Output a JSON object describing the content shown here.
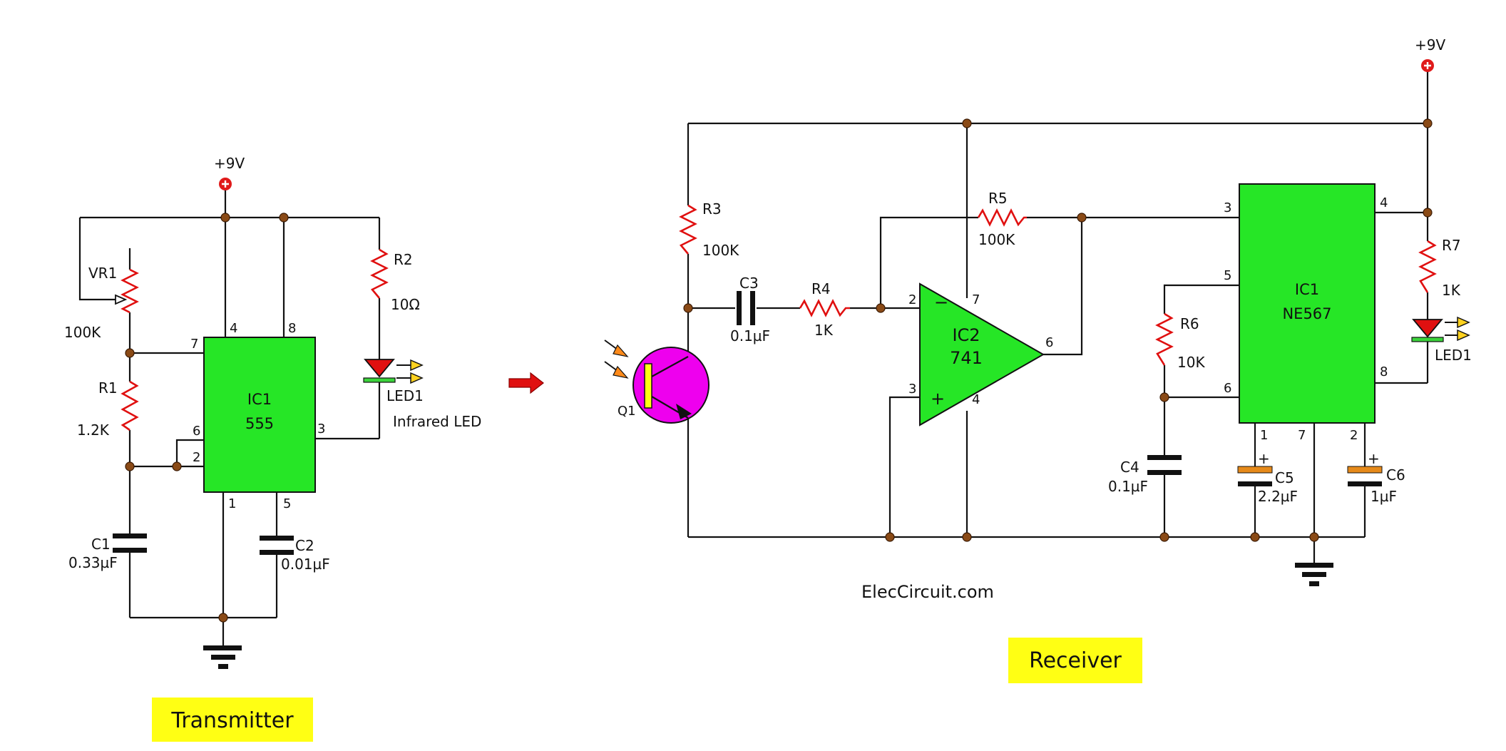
{
  "colors": {
    "ic_fill": "#26e626",
    "label_bg": "#ffff14",
    "resistor": "#e01010",
    "led": "#e01010",
    "arrow": "#ffd21f",
    "phototransistor": "#ee00ee",
    "electrolytic": "#e68a1a",
    "power_terminal": "#e01a1a",
    "junction": "#8a4a16"
  },
  "transmitter": {
    "title": "Transmitter",
    "supply": "+9V",
    "vr1": {
      "name": "VR1",
      "value": "100K"
    },
    "r1": {
      "name": "R1",
      "value": "1.2K"
    },
    "r2": {
      "name": "R2",
      "value": "10Ω"
    },
    "c1": {
      "name": "C1",
      "value": "0.33µF"
    },
    "c2": {
      "name": "C2",
      "value": "0.01µF"
    },
    "led": {
      "name": "LED1",
      "desc": "Infrared LED"
    },
    "ic": {
      "name": "IC1",
      "part": "555"
    },
    "pins": {
      "p1": "1",
      "p2": "2",
      "p3": "3",
      "p4": "4",
      "p5": "5",
      "p6": "6",
      "p7": "7",
      "p8": "8"
    }
  },
  "receiver": {
    "title": "Receiver",
    "supply": "+9V",
    "r3": {
      "name": "R3",
      "value": "100K"
    },
    "r4": {
      "name": "R4",
      "value": "1K"
    },
    "r5": {
      "name": "R5",
      "value": "100K"
    },
    "r6": {
      "name": "R6",
      "value": "10K"
    },
    "r7": {
      "name": "R7",
      "value": "1K"
    },
    "c3": {
      "name": "C3",
      "value": "0.1µF"
    },
    "c4": {
      "name": "C4",
      "value": "0.1µF"
    },
    "c5": {
      "name": "C5",
      "value": "2.2µF"
    },
    "c6": {
      "name": "C6",
      "value": "1µF"
    },
    "q1": "Q1",
    "led": "LED1",
    "opamp": {
      "name": "IC2",
      "part": "741",
      "minus": "−",
      "plus": "+",
      "p2": "2",
      "p3": "3",
      "p4": "4",
      "p6": "6",
      "p7": "7"
    },
    "decoder": {
      "name": "IC1",
      "part": "NE567",
      "p1": "1",
      "p2": "2",
      "p3": "3",
      "p4": "4",
      "p5": "5",
      "p6": "6",
      "p7": "7",
      "p8": "8"
    },
    "plus_sign": "+"
  },
  "watermark": "ElecCircuit.com"
}
